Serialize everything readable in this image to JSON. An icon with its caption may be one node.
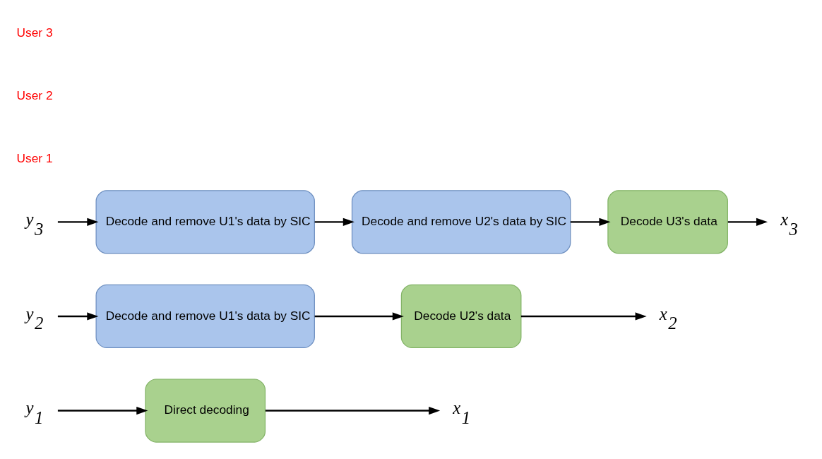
{
  "diagram": {
    "nodes": [
      {
        "text": [
          "y$_{1}$"
        ]
      },
      {
        "text": [
          "Direct decoding"
        ]
      },
      {
        "text": [
          "x$_{1}$"
        ]
      },
      {
        "text": [
          "y$_{2}$"
        ]
      },
      {
        "text": [
          "Decode and remove U1's data by SIC"
        ]
      },
      {
        "text": [
          "Decode U2's data"
        ]
      },
      {
        "text": [
          "x$_{2}$"
        ]
      },
      {
        "text": [
          "y$_{3}$"
        ]
      },
      {
        "text": [
          "Decode and remove U1's data by SIC"
        ]
      },
      {
        "text": [
          "Decode and remove U2's data by SIC"
        ]
      },
      {
        "text": [
          "Decode U3's data"
        ]
      },
      {
        "text": [
          "x$_{3}$"
        ]
      }
    ],
    "edges": [
      {
        "from": 0,
        "to": 1,
        "arrow": "to"
      },
      {
        "from": 1,
        "to": 2,
        "arrow": "to"
      },
      {
        "from": 3,
        "to": 4,
        "arrow": "to"
      },
      {
        "from": 4,
        "to": 5,
        "arrow": "to"
      },
      {
        "from": 5,
        "to": 6,
        "arrow": "to"
      },
      {
        "from": 7,
        "to": 8,
        "arrow": "to"
      },
      {
        "from": 8,
        "to": 9,
        "arrow": "to"
      },
      {
        "from": 9,
        "to": 10,
        "arrow": "to"
      },
      {
        "from": 10,
        "to": 11,
        "arrow": "to"
      }
    ],
    "labels": [
      "User 1",
      "User 2",
      "User 3"
    ]
  }
}
